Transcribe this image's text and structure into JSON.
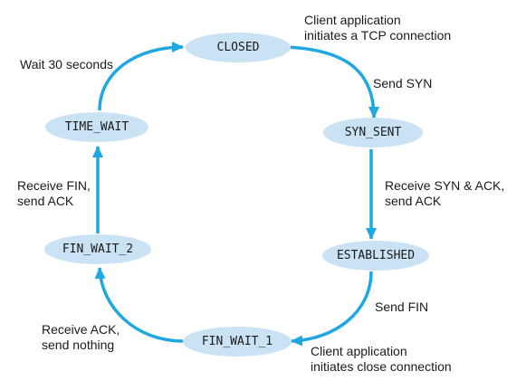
{
  "colors": {
    "state_fill": "#c9e3f5",
    "arrow": "#1ea7e1"
  },
  "states": {
    "closed": "CLOSED",
    "syn_sent": "SYN_SENT",
    "established": "ESTABLISHED",
    "fin_wait_1": "FIN_WAIT_1",
    "fin_wait_2": "FIN_WAIT_2",
    "time_wait": "TIME_WAIT"
  },
  "transitions": {
    "client_connect": [
      "Client application",
      "initiates a TCP connection"
    ],
    "send_syn": [
      "Send SYN"
    ],
    "receive_syn_ack": [
      "Receive SYN & ACK,",
      "send ACK"
    ],
    "send_fin": [
      "Send FIN"
    ],
    "client_close": [
      "Client application",
      "initiates close connection"
    ],
    "receive_ack": [
      "Receive ACK,",
      "send nothing"
    ],
    "receive_fin": [
      "Receive FIN,",
      "send ACK"
    ],
    "wait_30": [
      "Wait 30 seconds"
    ]
  }
}
